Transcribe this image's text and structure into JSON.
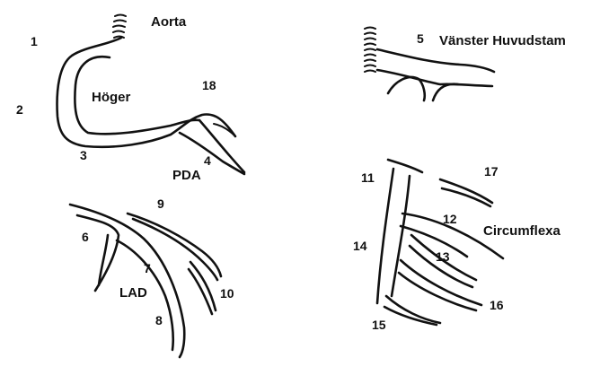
{
  "labels": {
    "aorta": "Aorta",
    "right": "Höger",
    "pda": "PDA",
    "left_main": "Vänster Huvudstam",
    "lad": "LAD",
    "circumflex": "Circumflexa"
  },
  "segments": {
    "s1": "1",
    "s2": "2",
    "s3": "3",
    "s4": "4",
    "s5": "5",
    "s6": "6",
    "s7": "7",
    "s8": "8",
    "s9": "9",
    "s10": "10",
    "s11": "11",
    "s12": "12",
    "s13": "13",
    "s14": "14",
    "s15": "15",
    "s16": "16",
    "s17": "17",
    "s18": "18"
  },
  "colors": {
    "ink": "#111111",
    "background": "#ffffff"
  }
}
